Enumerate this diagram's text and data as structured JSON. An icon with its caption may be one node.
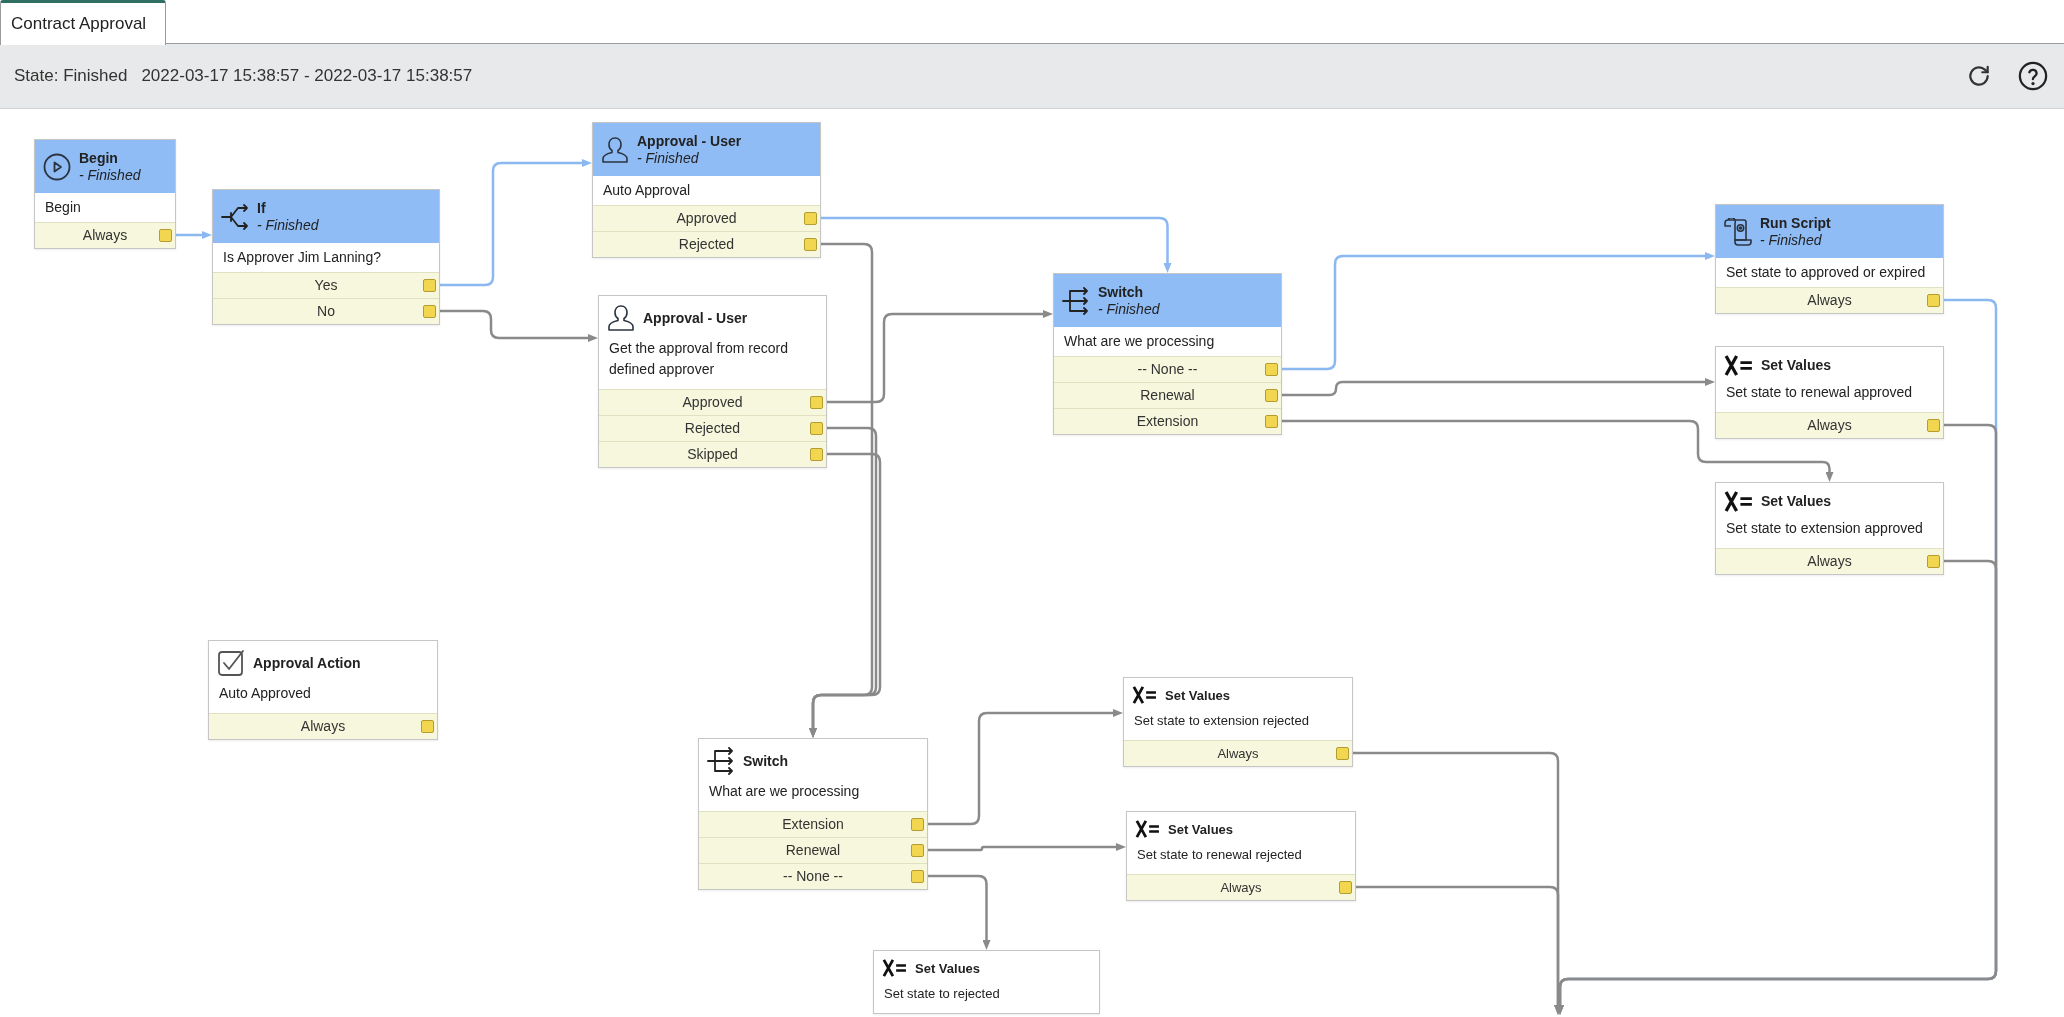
{
  "diagram": {
    "title": "Contract Approval",
    "nodes": [
      {
        "text": [
          "Begin",
          "- Finished",
          "Begin"
        ]
      },
      {
        "text": [
          "Always"
        ],
        "in": 0
      },
      {
        "text": [
          "If",
          "- Finished",
          "Is Approver Jim Lanning?"
        ]
      },
      {
        "text": [
          "Yes"
        ],
        "in": 2
      },
      {
        "text": [
          "No"
        ],
        "in": 2
      },
      {
        "text": [
          "Approval - User",
          "- Finished",
          "Auto Approval"
        ]
      },
      {
        "text": [
          "Approved"
        ],
        "in": 5
      },
      {
        "text": [
          "Rejected"
        ],
        "in": 5
      },
      {
        "text": [
          "Approval - User",
          "Get the approval from record defined approver"
        ]
      },
      {
        "text": [
          "Approved"
        ],
        "in": 8
      },
      {
        "text": [
          "Rejected"
        ],
        "in": 8
      },
      {
        "text": [
          "Skipped"
        ],
        "in": 8
      },
      {
        "text": [
          "Switch",
          "- Finished",
          "What are we processing"
        ]
      },
      {
        "text": [
          "-- None --"
        ],
        "in": 12
      },
      {
        "text": [
          "Renewal"
        ],
        "in": 12
      },
      {
        "text": [
          "Extension"
        ],
        "in": 12
      },
      {
        "text": [
          "Run Script",
          "- Finished",
          "Set state to approved or expired"
        ]
      },
      {
        "text": [
          "Always"
        ],
        "in": 16
      },
      {
        "text": [
          "Set Values",
          "Set state to renewal approved"
        ]
      },
      {
        "text": [
          "Always"
        ],
        "in": 18
      },
      {
        "text": [
          "Set Values",
          "Set state to extension approved"
        ]
      },
      {
        "text": [
          "Always"
        ],
        "in": 20
      },
      {
        "text": [
          "Approval Action",
          "Auto Approved"
        ]
      },
      {
        "text": [
          "Always"
        ],
        "in": 22
      },
      {
        "text": [
          "Switch",
          "What are we processing"
        ]
      },
      {
        "text": [
          "Extension"
        ],
        "in": 24
      },
      {
        "text": [
          "Renewal"
        ],
        "in": 24
      },
      {
        "text": [
          "-- None --"
        ],
        "in": 24
      },
      {
        "text": [
          "Set Values",
          "Set state to extension rejected"
        ]
      },
      {
        "text": [
          "Always"
        ],
        "in": 28
      },
      {
        "text": [
          "Set Values",
          "Set state to renewal rejected"
        ]
      },
      {
        "text": [
          "Always"
        ],
        "in": 30
      },
      {
        "text": [
          "Set Values",
          "Set state to rejected"
        ]
      }
    ],
    "edges": [
      {
        "from": 1,
        "to": 2,
        "arrow": "to",
        "color": "#8cb8f2"
      },
      {
        "from": 3,
        "to": 5,
        "arrow": "to",
        "color": "#8cb8f2"
      },
      {
        "from": 4,
        "to": 8,
        "arrow": "to"
      },
      {
        "from": 6,
        "to": 12,
        "arrow": "to",
        "color": "#8cb8f2"
      },
      {
        "from": 7,
        "to": 24,
        "arrow": "to"
      },
      {
        "from": 9,
        "to": 12,
        "arrow": "to"
      },
      {
        "from": 10,
        "to": 24,
        "arrow": "to"
      },
      {
        "from": 11,
        "to": 24,
        "arrow": "to"
      },
      {
        "from": 13,
        "to": 16,
        "arrow": "to",
        "color": "#8cb8f2"
      },
      {
        "from": 14,
        "to": 18,
        "arrow": "to"
      },
      {
        "from": 15,
        "to": 20,
        "arrow": "to"
      },
      {
        "from": 17,
        "to": null,
        "arrow": "to",
        "color": "#8cb8f2"
      },
      {
        "from": 19,
        "to": null,
        "arrow": "to"
      },
      {
        "from": 21,
        "to": null,
        "arrow": "to"
      },
      {
        "from": 25,
        "to": 28,
        "arrow": "to"
      },
      {
        "from": 26,
        "to": 30,
        "arrow": "to"
      },
      {
        "from": 27,
        "to": 32,
        "arrow": "to"
      },
      {
        "from": 29,
        "to": null,
        "arrow": "to"
      },
      {
        "from": 31,
        "to": null,
        "arrow": "to"
      }
    ],
    "labels": [
      "State: Finished",
      "2022-03-17 15:38:57 - 2022-03-17 15:38:57"
    ]
  }
}
